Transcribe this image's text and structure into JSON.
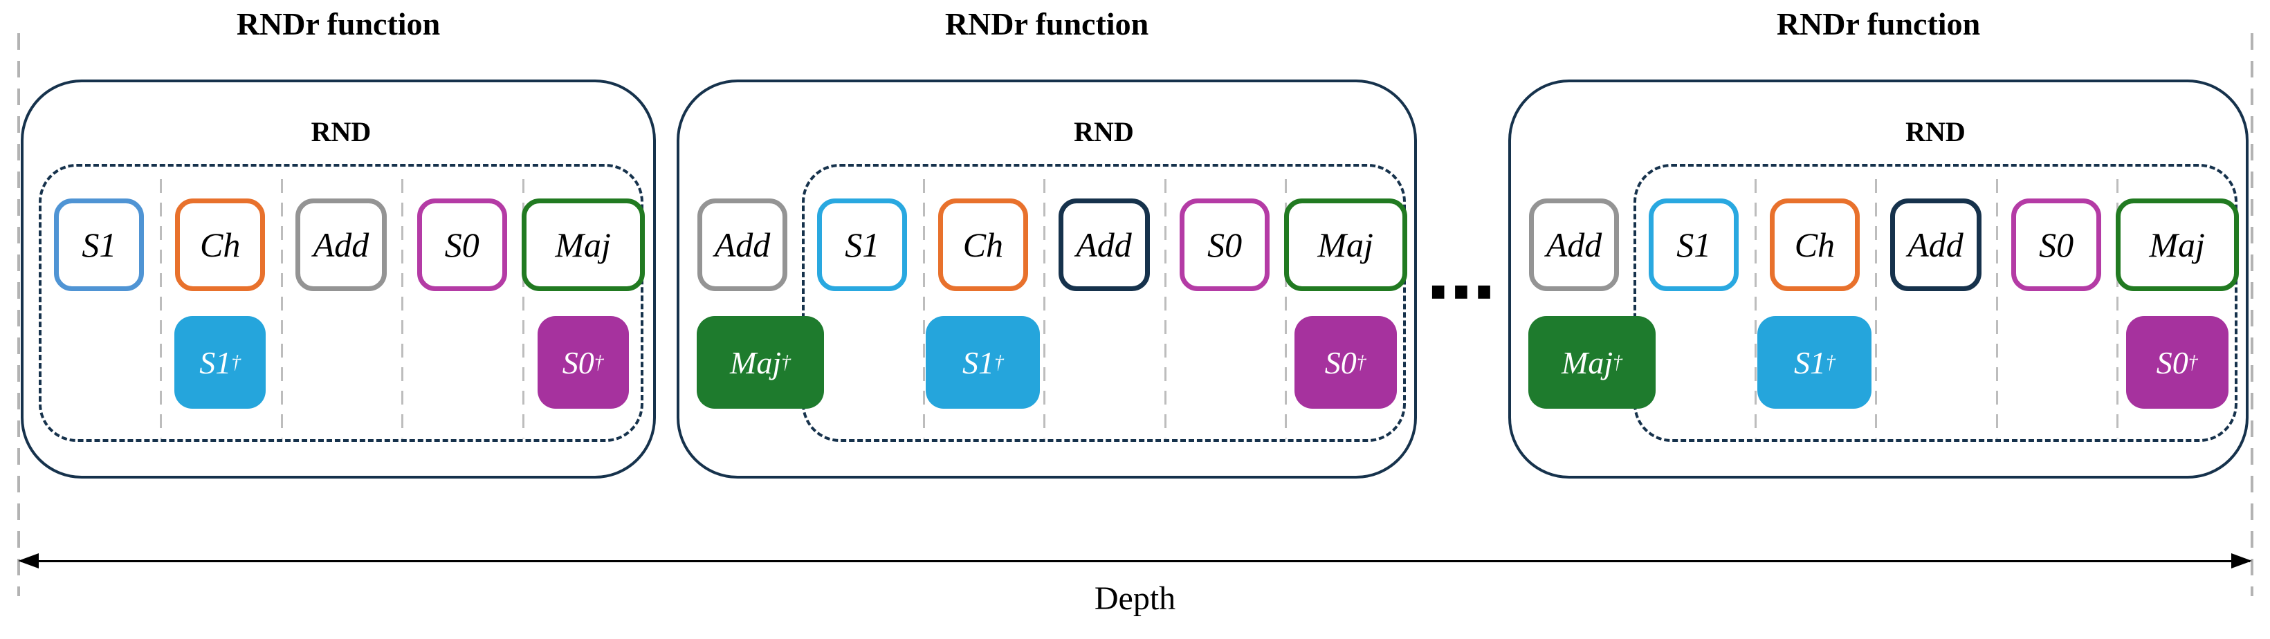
{
  "figure": {
    "depth_label": "Depth",
    "ellipsis": "⋯"
  },
  "colors": {
    "outline_navy": "#16324c",
    "separator_gray": "#bdbdbd",
    "guide_gray": "#b3b3b3",
    "arrow_black": "#000000",
    "s1_blue_muted": "#4f94d4",
    "s1_cyan": "#29a8e0",
    "ch_orange": "#e8712c",
    "add_gray": "#949494",
    "add_navy": "#16324c",
    "s0_magenta": "#b43ba5",
    "maj_green": "#217a21",
    "s1_dagger_fill": "#25a5dc",
    "s0_dagger_fill": "#a6329e",
    "maj_dagger_fill": "#1e7b2d"
  },
  "panels": [
    {
      "title": "RNDr function",
      "rnd_label": "RND",
      "outside_column": null,
      "columns": [
        {
          "label": "S1",
          "border": "#4f94d4",
          "below": null
        },
        {
          "label": "Ch",
          "border": "#e8712c",
          "below": {
            "label": "S1",
            "sup": "†",
            "fill": "#25a5dc"
          }
        },
        {
          "label": "Add",
          "border": "#949494",
          "below": null
        },
        {
          "label": "S0",
          "border": "#b43ba5",
          "below": null
        },
        {
          "label": "Maj",
          "border": "#217a21",
          "below": {
            "label": "S0",
            "sup": "†",
            "fill": "#a6329e"
          }
        }
      ]
    },
    {
      "title": "RNDr function",
      "rnd_label": "RND",
      "outside_column": {
        "label": "Add",
        "border": "#949494",
        "below": {
          "label": "Maj",
          "sup": "†",
          "fill": "#1e7b2d"
        }
      },
      "columns": [
        {
          "label": "S1",
          "border": "#29a8e0",
          "below": null
        },
        {
          "label": "Ch",
          "border": "#e8712c",
          "below": {
            "label": "S1",
            "sup": "†",
            "fill": "#25a5dc"
          }
        },
        {
          "label": "Add",
          "border": "#16324c",
          "below": null
        },
        {
          "label": "S0",
          "border": "#b43ba5",
          "below": null
        },
        {
          "label": "Maj",
          "border": "#217a21",
          "below": {
            "label": "S0",
            "sup": "†",
            "fill": "#a6329e"
          }
        }
      ]
    },
    {
      "title": "RNDr function",
      "rnd_label": "RND",
      "outside_column": {
        "label": "Add",
        "border": "#949494",
        "below": {
          "label": "Maj",
          "sup": "†",
          "fill": "#1e7b2d"
        }
      },
      "columns": [
        {
          "label": "S1",
          "border": "#29a8e0",
          "below": null
        },
        {
          "label": "Ch",
          "border": "#e8712c",
          "below": {
            "label": "S1",
            "sup": "†",
            "fill": "#25a5dc"
          }
        },
        {
          "label": "Add",
          "border": "#16324c",
          "below": null
        },
        {
          "label": "S0",
          "border": "#b43ba5",
          "below": null
        },
        {
          "label": "Maj",
          "border": "#217a21",
          "below": {
            "label": "S0",
            "sup": "†",
            "fill": "#a6329e"
          }
        }
      ]
    }
  ]
}
